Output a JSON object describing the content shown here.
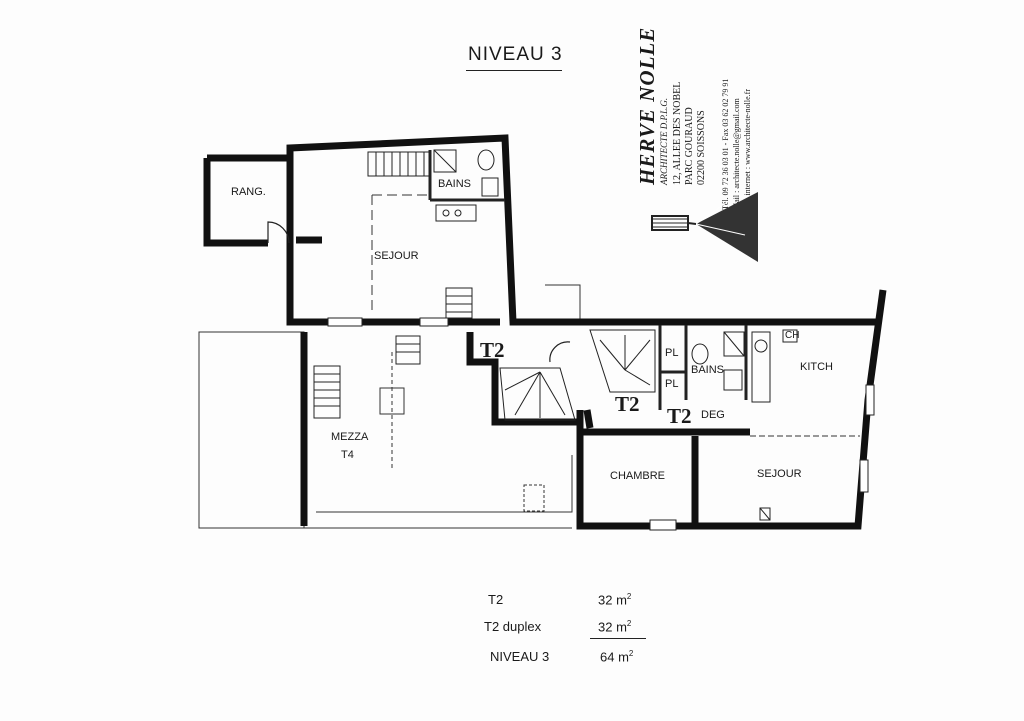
{
  "plan_title": "NIVEAU 3",
  "architect": {
    "name": "HERVE NOLLE",
    "title": "ARCHITECTE D.P.L.G.",
    "address_line1": "12, ALLEE DES NOBEL",
    "address_line2": "PARC GOURAUD",
    "address_line3": "02200 SOISSONS",
    "phone": "Tél. 09 72 36 03 01 - Fax 03 62 02 79 91",
    "mail": "Mail : architecte.nolle@gmail.com",
    "site": "Site internet : www.architecte-nolle.fr"
  },
  "rooms": {
    "rang": "RANG.",
    "bains_upper": "BAINS",
    "sejour_upper": "SEJOUR",
    "mezza": "MEZZA",
    "t4": "T4",
    "pl_top": "PL",
    "pl_bottom": "PL",
    "bains_lower": "BAINS",
    "ch": "CH",
    "kitch": "KITCH",
    "deg": "DEG",
    "chambre": "CHAMBRE",
    "sejour_lower": "SEJOUR"
  },
  "unit_tags": {
    "t2_left": "T2",
    "t2_mid": "T2",
    "t2_right": "T2"
  },
  "areas": [
    {
      "label": "T2",
      "value": "32 m",
      "exp": "2"
    },
    {
      "label": "T2 duplex",
      "value": "32 m",
      "exp": "2"
    },
    {
      "label": "NIVEAU 3",
      "value": "64 m",
      "exp": "2"
    }
  ]
}
